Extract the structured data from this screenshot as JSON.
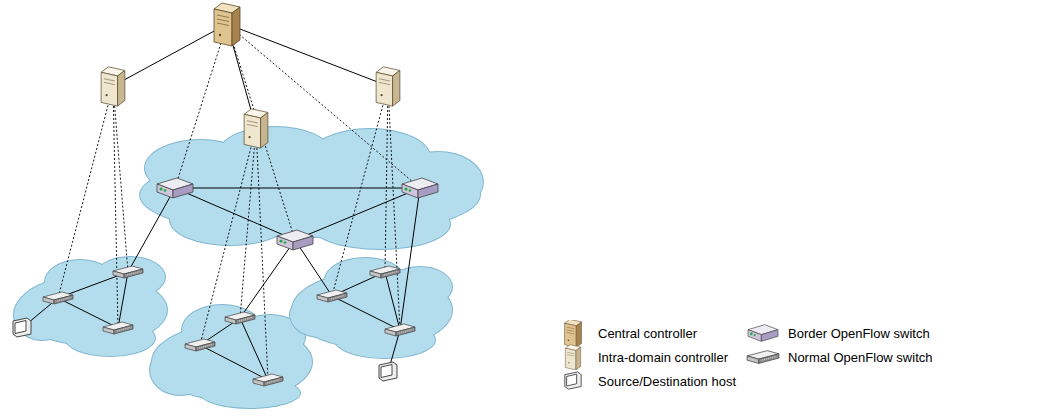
{
  "diagram": {
    "legend": [
      {
        "text": "Central controller"
      },
      {
        "text": "Border OpenFlow switch"
      },
      {
        "text": "Intra-domain controller"
      },
      {
        "text": "Normal OpenFlow switch"
      },
      {
        "text": "Source/Destination host"
      }
    ]
  }
}
